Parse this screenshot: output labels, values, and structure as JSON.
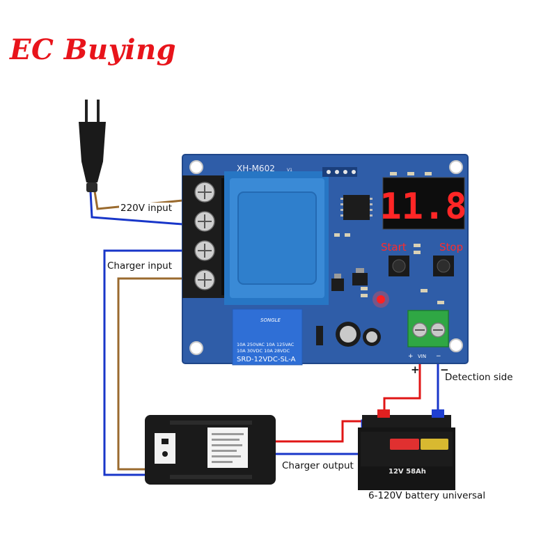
{
  "brand": {
    "name": "EC Buying",
    "color": "#e8141b"
  },
  "board": {
    "model": "XH-M602",
    "version": "V1",
    "display_reading": "11.8",
    "start_label": "Start",
    "stop_label": "Stop",
    "vin_label": "VIN",
    "plus_sign": "+",
    "minus_sign": "−",
    "board_color": "#2f5da8"
  },
  "relay": {
    "brand": "SONGLE",
    "rating_1": "10A 250VAC 10A 125VAC",
    "rating_2": "10A 30VDC 10A 28VDC",
    "model": "SRD-12VDC-SL-A"
  },
  "battery": {
    "label": "12V 58Ah"
  },
  "labels": {
    "input_220v": "220V input",
    "charger_input": "Charger input",
    "detection_side": "Detection side",
    "charger_output": "Charger output",
    "battery_universal": "6-120V battery universal"
  },
  "wire_colors": {
    "brown": "#9a6a2e",
    "blue": "#1836c9",
    "red": "#e01616"
  }
}
